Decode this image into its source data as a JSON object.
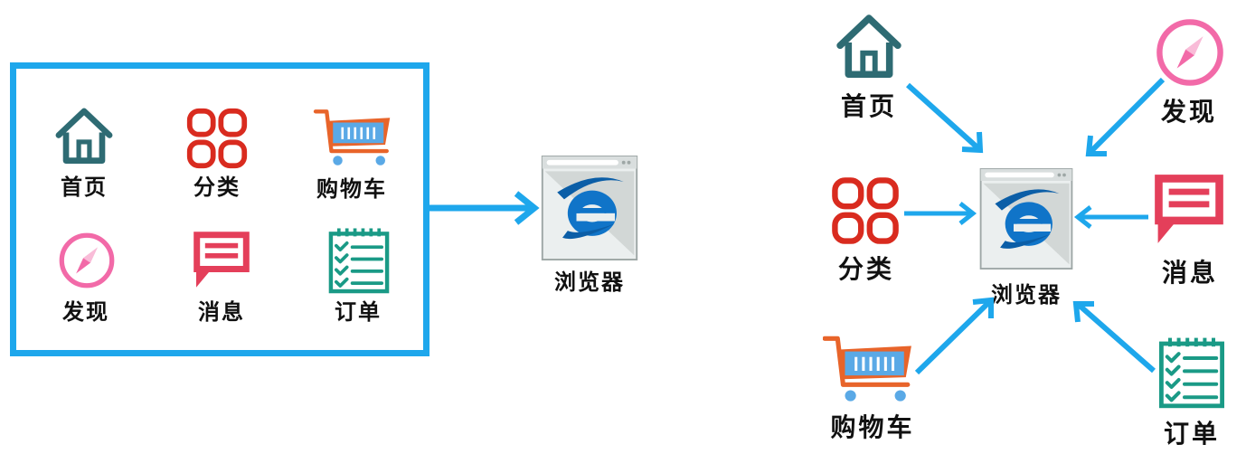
{
  "colors": {
    "accent_blue": "#1ea7ec",
    "home_teal": "#2e6b73",
    "category_red": "#d92b1f",
    "cart_orange": "#e8642a",
    "cart_blue": "#5aa9e6",
    "discover_pink": "#f26aa8",
    "message_red": "#e43f5a",
    "order_teal": "#1a9a86"
  },
  "left": {
    "items": [
      {
        "label": "首页",
        "icon": "home-icon"
      },
      {
        "label": "分类",
        "icon": "category-grid-icon"
      },
      {
        "label": "购物车",
        "icon": "shopping-cart-icon"
      },
      {
        "label": "发现",
        "icon": "compass-icon"
      },
      {
        "label": "消息",
        "icon": "message-icon"
      },
      {
        "label": "订单",
        "icon": "order-list-icon"
      }
    ],
    "browser": {
      "label": "浏览器",
      "icon": "ie-browser-icon"
    }
  },
  "right": {
    "browser": {
      "label": "浏览器",
      "icon": "ie-browser-icon"
    },
    "items": [
      {
        "label": "首页",
        "icon": "home-icon"
      },
      {
        "label": "发现",
        "icon": "compass-icon"
      },
      {
        "label": "分类",
        "icon": "category-grid-icon"
      },
      {
        "label": "消息",
        "icon": "message-icon"
      },
      {
        "label": "购物车",
        "icon": "shopping-cart-icon"
      },
      {
        "label": "订单",
        "icon": "order-list-icon"
      }
    ]
  }
}
